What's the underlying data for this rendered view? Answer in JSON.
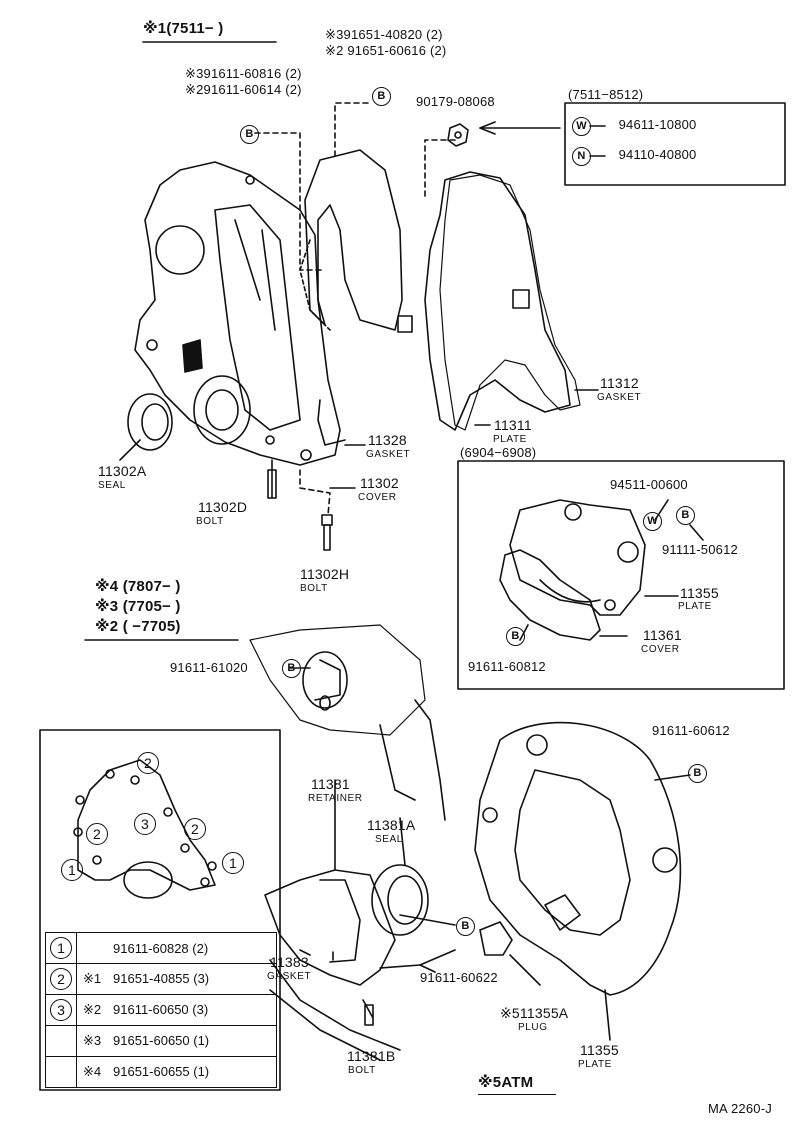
{
  "header_range": "※1(7511−    )",
  "top_bolts": [
    "※391651-40820 (2)",
    "※2 91651-60616 (2)"
  ],
  "left_bolts": [
    "※391611-60816 (2)",
    "※291611-60614 (2)"
  ],
  "nut_part": "90179-08068",
  "range_box": {
    "title": "(7511−8512)",
    "items": [
      {
        "symbol": "W",
        "part": "94611-10800"
      },
      {
        "symbol": "N",
        "part": "94110-40800"
      }
    ]
  },
  "callout_b": "B",
  "parts": {
    "gasket_11312": {
      "num": "11312",
      "name": "GASKET"
    },
    "plate_11311": {
      "num": "11311",
      "name": "PLATE"
    },
    "gasket_11328": {
      "num": "11328",
      "name": "GASKET"
    },
    "cover_11302": {
      "num": "11302",
      "name": "COVER"
    },
    "seal_11302a": {
      "num": "11302A",
      "name": "SEAL"
    },
    "bolt_11302d": {
      "num": "11302D",
      "name": "BOLT"
    },
    "bolt_11302h": {
      "num": "11302H",
      "name": "BOLT"
    },
    "retainer_11381": {
      "num": "11381",
      "name": "RETAINER"
    },
    "seal_11381a": {
      "num": "11381A",
      "name": "SEAL"
    },
    "gasket_11383": {
      "num": "11383",
      "name": "GASKET"
    },
    "bolt_11381b": {
      "num": "11381B",
      "name": "BOLT"
    },
    "plug_11355a": {
      "num": "※511355A",
      "name": "PLUG"
    },
    "plate_11355": {
      "num": "11355",
      "name": "PLATE"
    }
  },
  "inset_6904": {
    "title": "(6904−6908)",
    "washer_part": "94511-00600",
    "bolt_part": "91111-50612",
    "plate": {
      "num": "11355",
      "name": "PLATE"
    },
    "cover": {
      "num": "11361",
      "name": "COVER"
    },
    "bolt_b": "91611-60812"
  },
  "notes": [
    "※4 (7807−      )",
    "※3 (7705−      )",
    "※2 (        −7705)"
  ],
  "bolt_61020": "91611-61020",
  "bolt_60612": "91611-60612",
  "bolt_60622": "91611-60622",
  "legend_rows": [
    {
      "key": "1",
      "mark": "",
      "part": "91611-60828 (2)"
    },
    {
      "key": "2",
      "mark": "※1",
      "part": "91651-40855 (3)"
    },
    {
      "key": "3",
      "mark": "※2",
      "part": "91611-60650 (3)"
    },
    {
      "key": "",
      "mark": "※3",
      "part": "91651-60650 (1)"
    },
    {
      "key": "",
      "mark": "※4",
      "part": "91651-60655 (1)"
    }
  ],
  "atm_note": "※5ATM",
  "diagram_code": "MA 2260-J"
}
